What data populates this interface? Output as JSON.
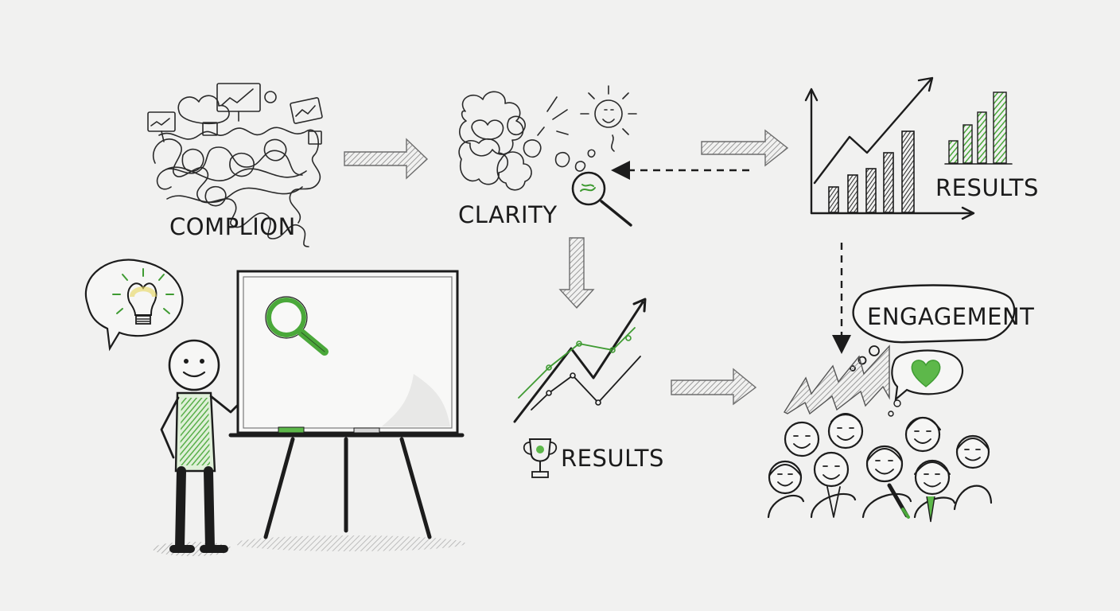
{
  "labels": {
    "confusion": "COMPLION",
    "clarity": "CLARITY",
    "results_top": "RESULTS",
    "results_mid": "RESULTS",
    "engagement": "ENGAGEMENT"
  },
  "colors": {
    "ink": "#1c1c1c",
    "accent_green": "#5db84a",
    "arrow_gray": "#cfcfcf",
    "background": "#f1f1f0"
  },
  "icons": [
    "scribble-cloud-icon",
    "lightbulb-icon",
    "magnifier-icon",
    "trophy-icon",
    "heart-icon",
    "bar-chart-icon",
    "trend-line-icon",
    "presenter-figure-icon",
    "whiteboard-icon",
    "crowd-icon"
  ]
}
